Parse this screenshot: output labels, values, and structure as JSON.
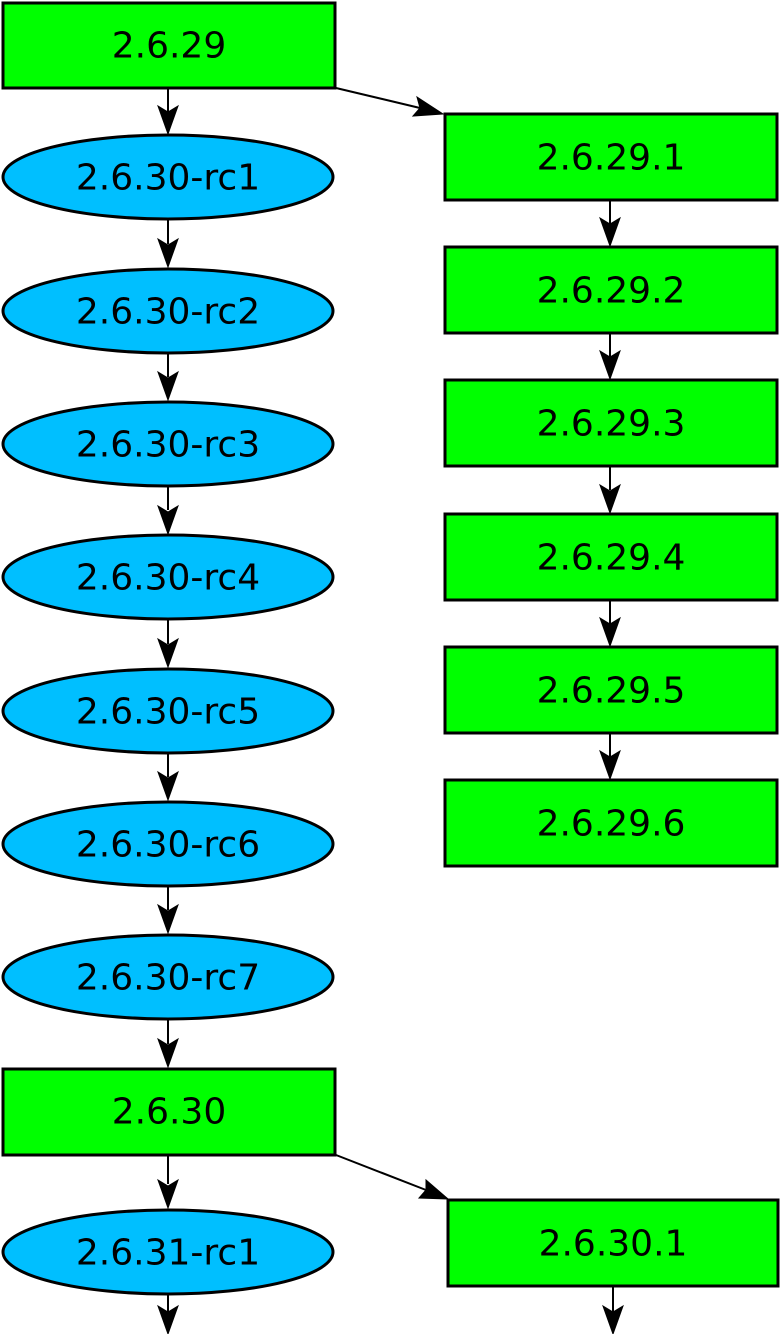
{
  "diagram": {
    "colors": {
      "release": "#00ff00",
      "candidate": "#00bfff",
      "outline": "#000000"
    },
    "mainline": {
      "v2629": "2.6.29",
      "rc30_1": "2.6.30-rc1",
      "rc30_2": "2.6.30-rc2",
      "rc30_3": "2.6.30-rc3",
      "rc30_4": "2.6.30-rc4",
      "rc30_5": "2.6.30-rc5",
      "rc30_6": "2.6.30-rc6",
      "rc30_7": "2.6.30-rc7",
      "v2630": "2.6.30",
      "rc31_1": "2.6.31-rc1"
    },
    "stable_2629": {
      "p1": "2.6.29.1",
      "p2": "2.6.29.2",
      "p3": "2.6.29.3",
      "p4": "2.6.29.4",
      "p5": "2.6.29.5",
      "p6": "2.6.29.6"
    },
    "stable_2630": {
      "p1": "2.6.30.1"
    },
    "edges": [
      [
        "v2629",
        "rc30_1"
      ],
      [
        "rc30_1",
        "rc30_2"
      ],
      [
        "rc30_2",
        "rc30_3"
      ],
      [
        "rc30_3",
        "rc30_4"
      ],
      [
        "rc30_4",
        "rc30_5"
      ],
      [
        "rc30_5",
        "rc30_6"
      ],
      [
        "rc30_6",
        "rc30_7"
      ],
      [
        "rc30_7",
        "v2630"
      ],
      [
        "v2630",
        "rc31_1"
      ],
      [
        "v2629",
        "s29_1"
      ],
      [
        "s29_1",
        "s29_2"
      ],
      [
        "s29_2",
        "s29_3"
      ],
      [
        "s29_3",
        "s29_4"
      ],
      [
        "s29_4",
        "s29_5"
      ],
      [
        "s29_5",
        "s29_6"
      ],
      [
        "v2630",
        "s30_1"
      ],
      [
        "rc31_1",
        "_"
      ],
      [
        "s30_1",
        "_"
      ]
    ]
  }
}
